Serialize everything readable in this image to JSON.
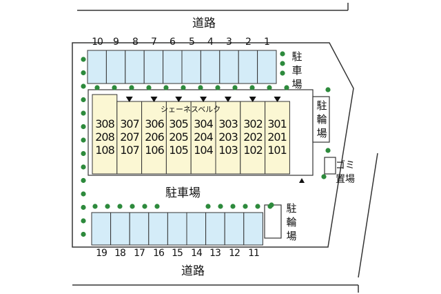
{
  "labels": {
    "road_top": "道路",
    "road_bottom": "道路",
    "parking_top_right": "駐車場",
    "bicycle_parking_upper": "駐輪場",
    "bicycle_parking_lower": "駐輪場",
    "garbage_area": "ゴミ置場",
    "parking_middle": "駐車場",
    "building_name": "シェーネスベルク"
  },
  "top_spaces": [
    "10",
    "9",
    "8",
    "7",
    "6",
    "5",
    "4",
    "3",
    "2",
    "1"
  ],
  "bottom_spaces": [
    "19",
    "18",
    "17",
    "16",
    "15",
    "14",
    "13",
    "12",
    "11"
  ],
  "units": [
    [
      "308",
      "208",
      "108"
    ],
    [
      "307",
      "207",
      "107"
    ],
    [
      "306",
      "206",
      "106"
    ],
    [
      "305",
      "205",
      "105"
    ],
    [
      "304",
      "204",
      "104"
    ],
    [
      "303",
      "203",
      "103"
    ],
    [
      "302",
      "202",
      "102"
    ],
    [
      "301",
      "201",
      "101"
    ]
  ],
  "colors": {
    "parking_fill": "#d4ecf8",
    "building_fill": "#fbf7d3",
    "tree": "#2d8a3c",
    "line": "#333333"
  }
}
